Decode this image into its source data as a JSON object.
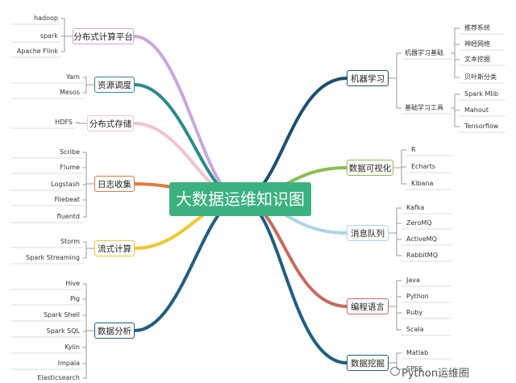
{
  "center": {
    "label": "大数据运维知识图谱",
    "color": "#3bb180"
  },
  "watermark": "Python运维圈",
  "left": [
    {
      "label": "分布式计算平台",
      "color": "#c9a7de",
      "items": [
        "hadoop",
        "spark",
        "Apache Flink"
      ]
    },
    {
      "label": "资源调度",
      "color": "#2b8a8f",
      "items": [
        "Yarn",
        "Mesos"
      ]
    },
    {
      "label": "分布式存储",
      "color": "#f3c3cd",
      "items": [
        "HDFS"
      ]
    },
    {
      "label": "日志收集",
      "color": "#e47a3b",
      "items": [
        "Scribe",
        "Flume",
        "Logstash",
        "Filebeat",
        "fluentd"
      ]
    },
    {
      "label": "流式计算",
      "color": "#f2c62a",
      "items": [
        "Storm",
        "Spark  Streaming"
      ]
    },
    {
      "label": "数据分析",
      "color": "#1f5f80",
      "items": [
        "Hive",
        "Pig",
        "Spark Shell",
        "Spark SQL",
        "Kylin",
        "Impala",
        "Elasticsearch"
      ]
    }
  ],
  "right": [
    {
      "label": "机器学习",
      "color": "#1c4f72",
      "groups": [
        {
          "label": "机器学习基础",
          "items": [
            "推荐系统",
            "神经网络",
            "文本挖掘",
            "贝叶斯分类"
          ]
        },
        {
          "label": "基础学习工具",
          "items": [
            "Spark Mlib",
            "Mahout",
            "Tensorflow"
          ]
        }
      ]
    },
    {
      "label": "数据可视化",
      "color": "#8bbd4c",
      "items": [
        "R",
        "Echarts",
        "Kibana"
      ]
    },
    {
      "label": "消息队列",
      "color": "#a8d6ea",
      "items": [
        "Kafka",
        "ZeroMQ",
        "ActiveMQ",
        "RabbitMQ"
      ]
    },
    {
      "label": "编程语言",
      "color": "#c96a5c",
      "items": [
        "Java",
        "Python",
        "Ruby",
        "Scala"
      ]
    },
    {
      "label": "数据挖掘",
      "color": "#1f5f80",
      "items": [
        "Matlab",
        "SPSS"
      ]
    }
  ]
}
